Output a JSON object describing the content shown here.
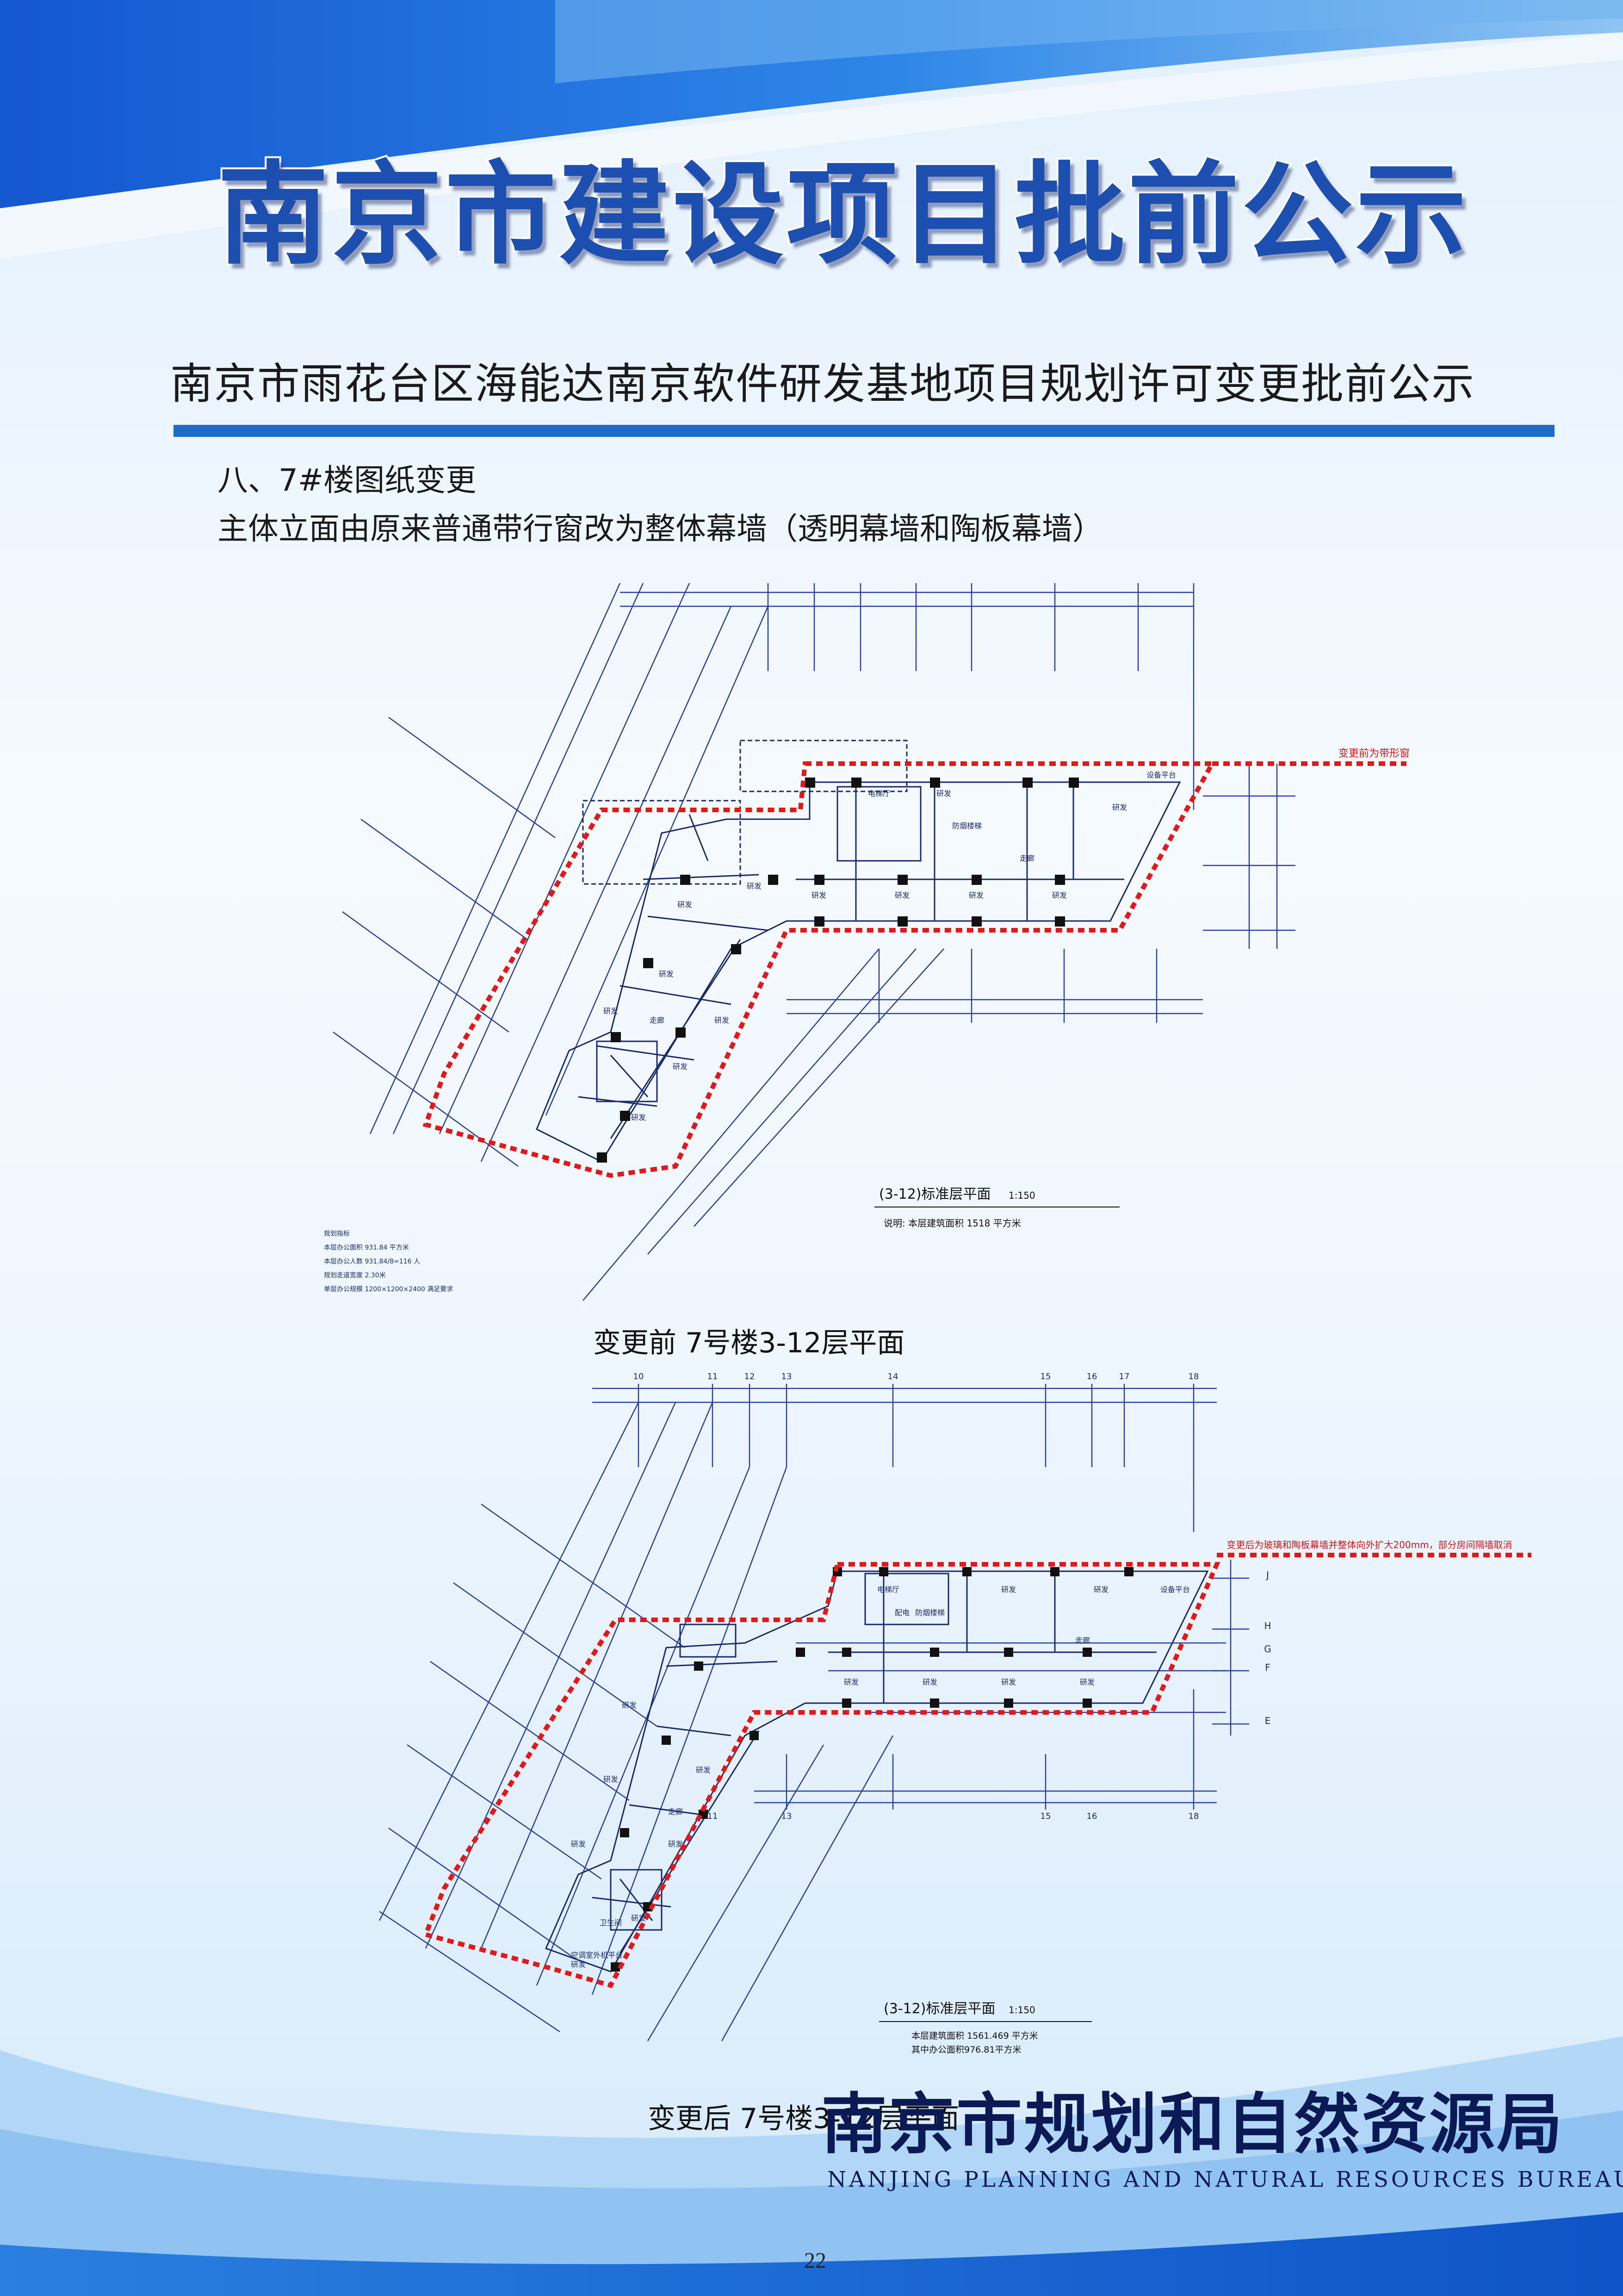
{
  "header": {
    "main_title": "南京市建设项目批前公示",
    "subtitle": "南京市雨花台区海能达南京软件研发基地项目规划许可变更批前公示"
  },
  "section": {
    "heading": "八、7#楼图纸变更",
    "description": "主体立面由原来普通带行窗改为整体幕墙（透明幕墙和陶板幕墙）"
  },
  "plan_before": {
    "caption": "变更前  7号楼3-12层平面",
    "title": "(3-12)标准层平面",
    "scale": "1:150",
    "note": "说明:    本层建筑面积  1518  平方米",
    "annotation": "变更前为带形窗",
    "room_label": "研发",
    "corridor_label": "走廊",
    "elevator_label": "电梯厅",
    "equip_label": "设备平台",
    "fire_label": "防烟楼梯",
    "metrics_lines": [
      "规划指标",
      "本层办公面积  931.84 平方米",
      "本层办公人数  931.84/8=116 人",
      "规划走道宽度  2.30米",
      "单层办公规模  1200×1200×2400 满足要求"
    ]
  },
  "plan_after": {
    "caption": "变更后  7号楼3-12层平面",
    "title": "(3-12)标准层平面",
    "scale": "1:150",
    "note_area": "本层建筑面积  1561.469  平方米",
    "note_office": "其中办公面积976.81平方米",
    "annotation": "变更后为玻璃和陶板幕墙并整体向外扩大200mm，部分房间隔墙取消",
    "room_label": "研发",
    "corridor_label": "走廊",
    "elevator_label": "电梯厅",
    "distribution_label": "配电",
    "fire_label": "防烟楼梯",
    "restroom_label": "卫生间",
    "equip_label": "设备平台",
    "air_label": "空调室外机平台",
    "axis_numbers": [
      "10",
      "11",
      "12",
      "13",
      "14",
      "15",
      "16",
      "17",
      "18"
    ],
    "axis_letters": [
      "J",
      "H",
      "G",
      "F",
      "E"
    ]
  },
  "footer": {
    "org_cn": "南京市规划和自然资源局",
    "org_en": "NANJING PLANNING AND NATURAL RESOURCES BUREAU",
    "page_number": "22"
  },
  "colors": {
    "title_blue": "#1d4fb0",
    "rule_blue": "#1e6cc8",
    "outline_red": "#e01a1a",
    "plan_blue": "#2c3f9c",
    "footer_navy": "#0b1a55"
  }
}
